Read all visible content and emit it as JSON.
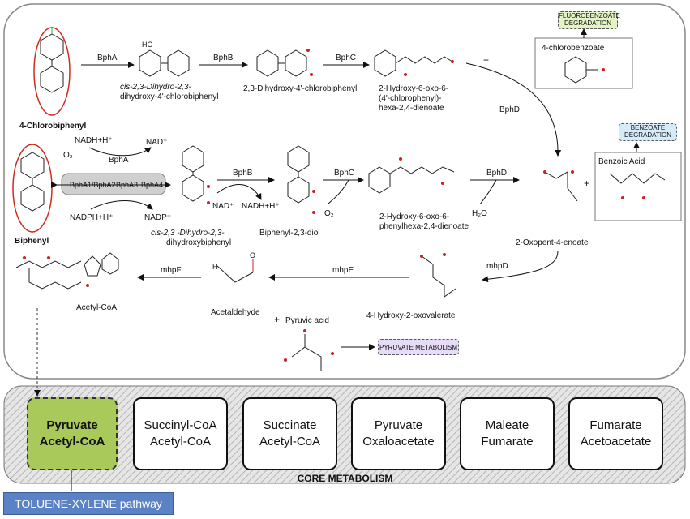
{
  "compounds": {
    "chlorobiphenyl": "4-Chlorobiphenyl",
    "dihydrodiol_line1": "cis-2,3-Dihydro-2,3-",
    "dihydrodiol_line2": "dihydroxy-4'-chlorobiphenyl",
    "dihydroxy_chloro": "2,3-Dihydroxy-4'-chlorobiphenyl",
    "hopda_chloro_line1": "2-Hydroxy-6-oxo-6-",
    "hopda_chloro_line2": "(4'-chlorophenyl)-",
    "hopda_chloro_line3": "hexa-2,4-dienoate",
    "chlorobenzoate": "4-chlorobenzoate",
    "biphenyl": "Biphenyl",
    "dihydroxybiphenyl_line1": "cis-2,3 -Dihydro-2,3-",
    "dihydroxybiphenyl_line2": "dihydroxybiphenyl",
    "biphenyl_diol": "Biphenyl-2,3-diol",
    "hopda_line1": "2-Hydroxy-6-oxo-6-",
    "hopda_line2": "phenylhexa-2,4-dienoate",
    "oxopentenoate": "2-Oxopent-4-enoate",
    "benzoic_acid": "Benzoic Acid",
    "acetyl_coa": "Acetyl-CoA",
    "acetaldehyde": "Acetaldehyde",
    "pyruvic_acid": "Pyruvic acid",
    "hydroxy_oxovalerate": "4-Hydroxy-2-oxovalerate",
    "plus": "+"
  },
  "enzymes": {
    "bphA": "BphA",
    "bphB": "BphB",
    "bphC": "BphC",
    "bphD": "BphD",
    "mhpF": "mhpF",
    "mhpE": "mhpE",
    "mhpD": "mhpD",
    "bphA1A2": "BphA1/BphA2",
    "bphA3": "BphA3",
    "bphA4": "BphA4"
  },
  "cofactors": {
    "nadh": "NADH+H⁺",
    "nad": "NAD⁺",
    "nadph": "NADPH+H⁺",
    "nadp": "NADP⁺",
    "o2": "O₂",
    "h2o": "H₂O"
  },
  "tags": {
    "fluorobenzoate": "FLUOROBENZOATE DEGRADATION",
    "benzoate": "BENZOATE DEGRADATION",
    "pyruvate": "PYRUVATE METABOLISM"
  },
  "core": {
    "label": "CORE METABOLISM",
    "boxes": [
      {
        "line1": "Pyruvate",
        "line2": "Acetyl-CoA"
      },
      {
        "line1": "Succinyl-CoA",
        "line2": "Acetyl-CoA"
      },
      {
        "line1": "Succinate",
        "line2": "Acetyl-CoA"
      },
      {
        "line1": "Pyruvate",
        "line2": "Oxaloacetate"
      },
      {
        "line1": "Maleate",
        "line2": "Fumarate"
      },
      {
        "line1": "Fumarate",
        "line2": "Acetoacetate"
      }
    ]
  },
  "toluene": "TOLUENE-XYLENE pathway",
  "colors": {
    "highlight": "#a9c95a",
    "toluene": "#5b82c4",
    "ring": "#d22a1e",
    "tag_green": "#e3f3c6",
    "tag_blue": "#d6ebf8",
    "tag_purple": "#e6dcf5"
  }
}
